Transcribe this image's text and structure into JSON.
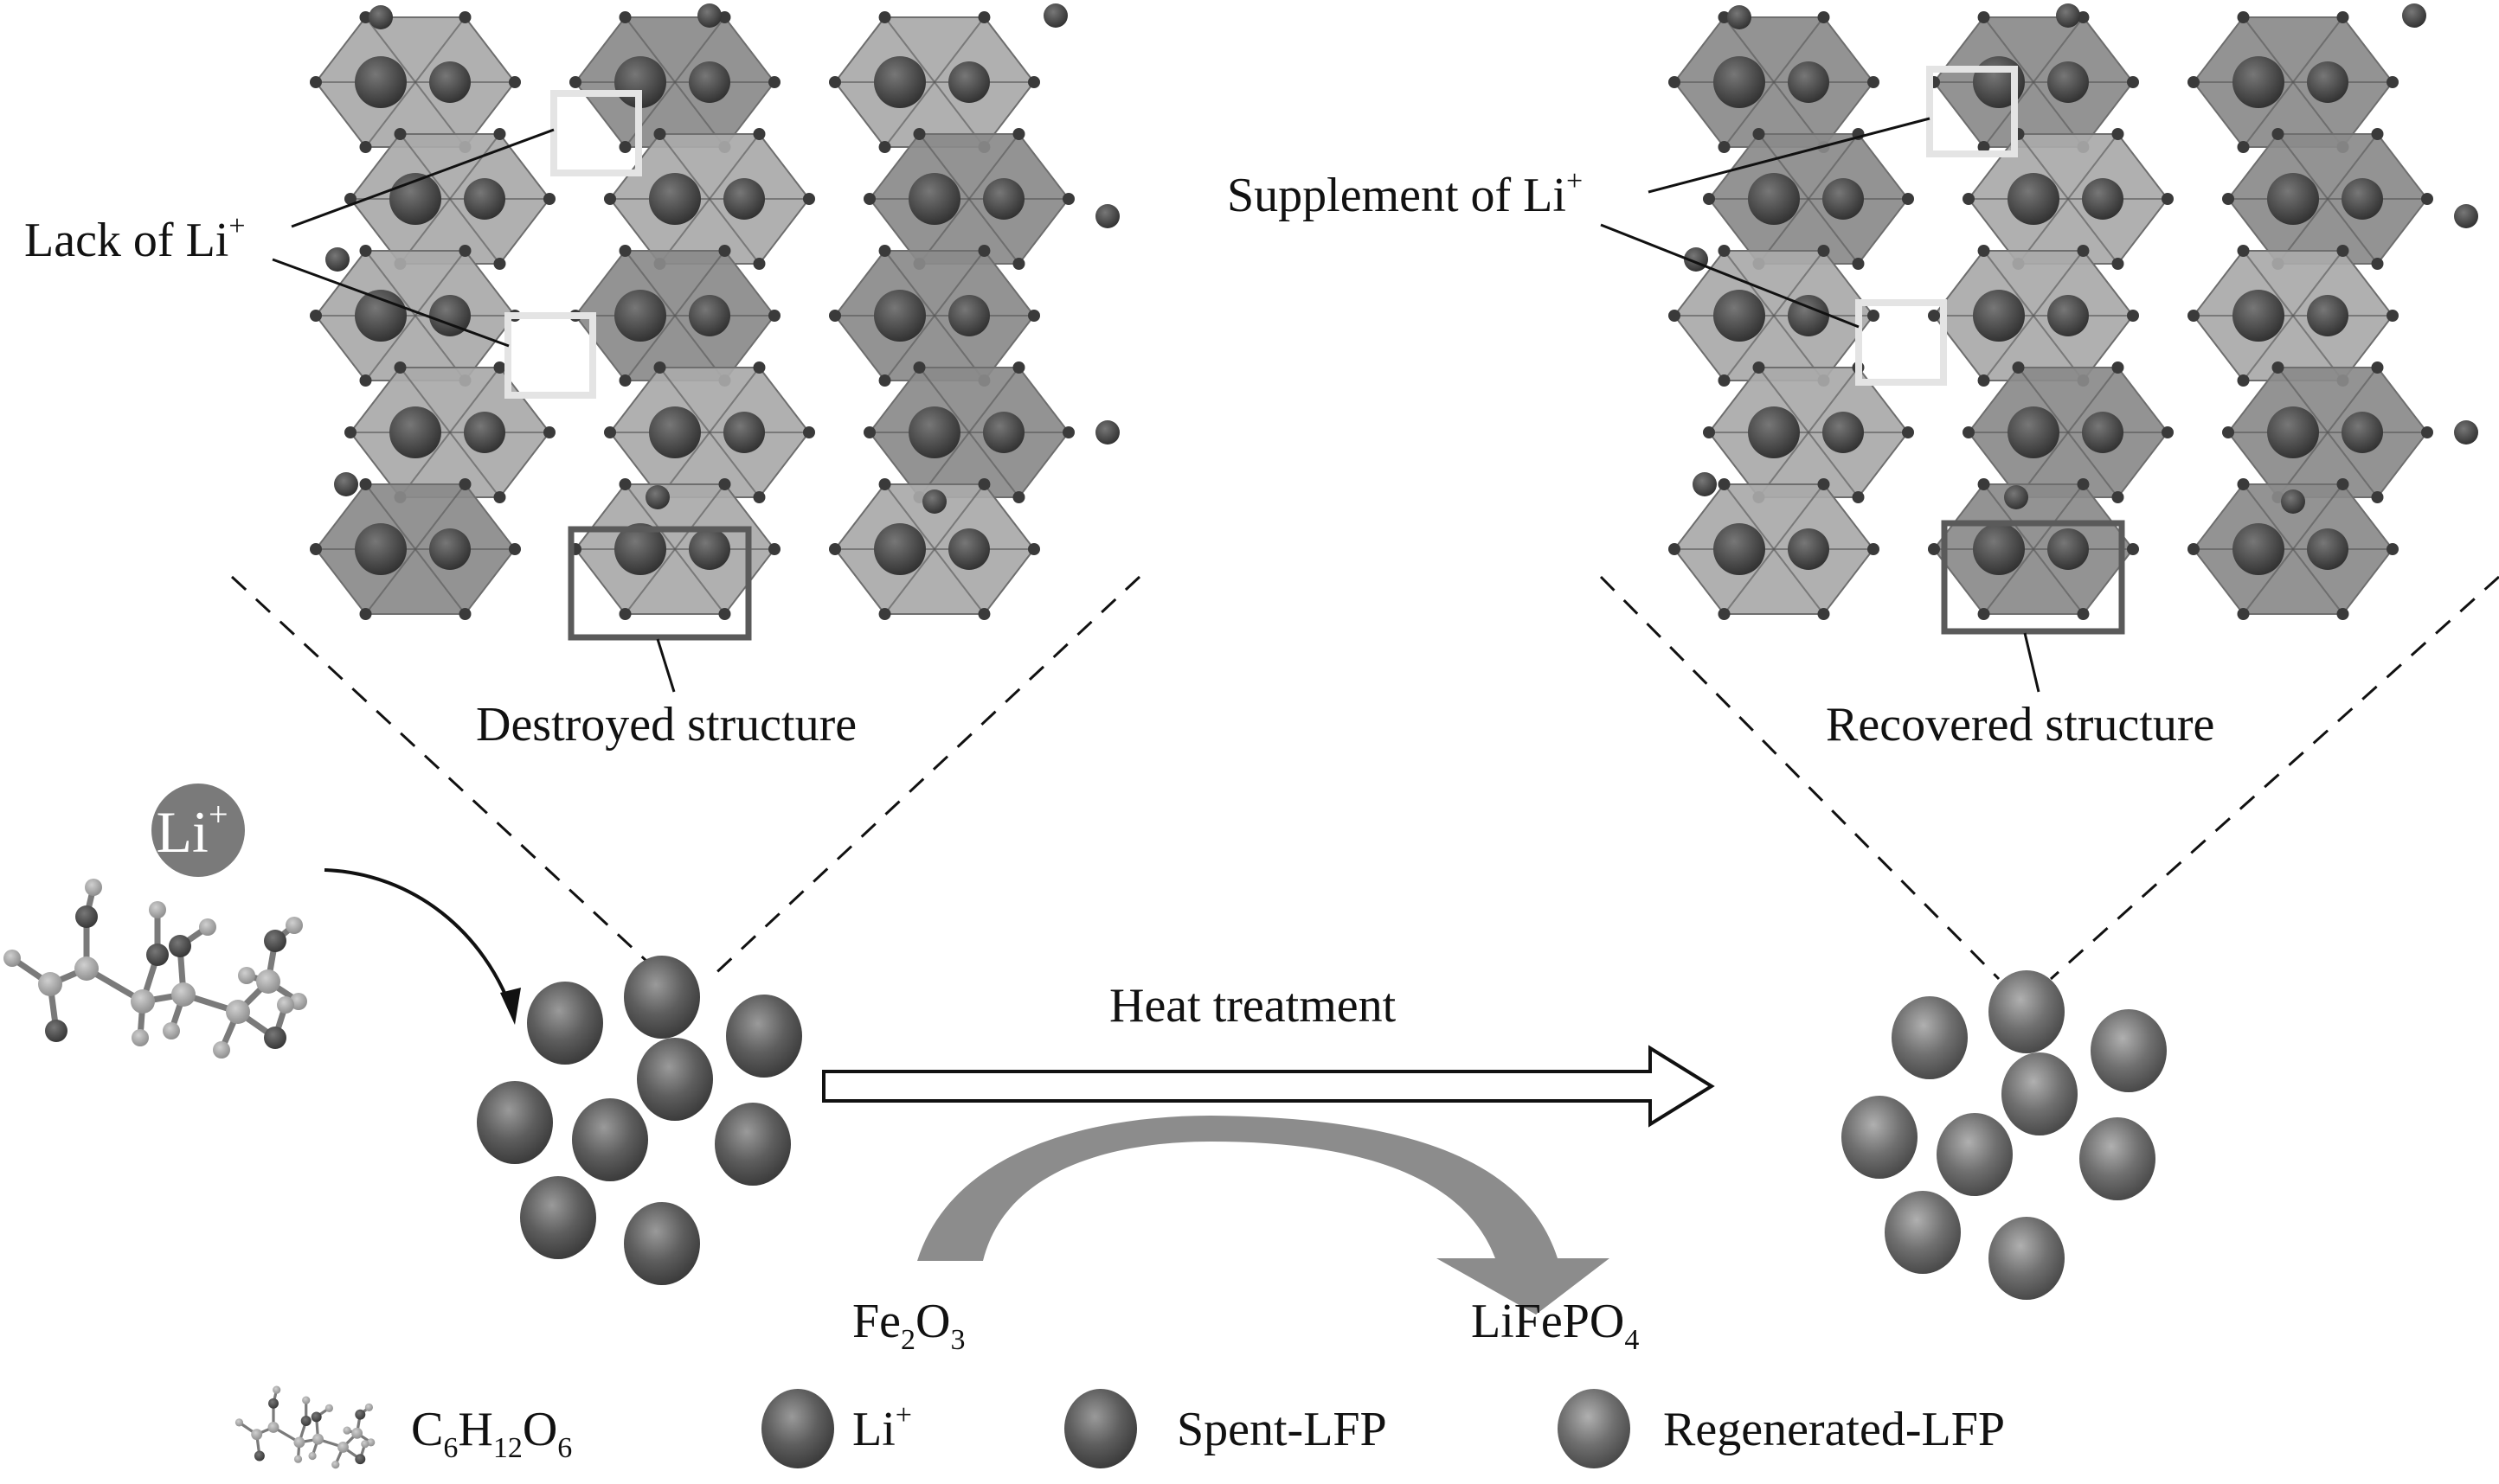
{
  "figure": {
    "left_panel": {
      "callout": {
        "base": "Lack of Li",
        "sup": "+"
      },
      "caption": "Destroyed structure"
    },
    "right_panel": {
      "callout": {
        "base": "Supplement of Li",
        "sup": "+"
      },
      "caption": "Recovered structure"
    },
    "li_ion_badge": {
      "base": "Li",
      "sup": "+"
    },
    "process": {
      "arrow_label": "Heat treatment",
      "reactant": {
        "parts": [
          {
            "t": "Fe"
          },
          {
            "sub": "2"
          },
          {
            "t": "O"
          },
          {
            "sub": "3"
          }
        ]
      },
      "product": {
        "parts": [
          {
            "t": "LiFePO"
          },
          {
            "sub": "4"
          }
        ]
      }
    },
    "legend": [
      {
        "icon": "glucose-molecule-icon",
        "parts": [
          {
            "t": "C"
          },
          {
            "sub": "6"
          },
          {
            "t": "H"
          },
          {
            "sub": "12"
          },
          {
            "t": "O"
          },
          {
            "sub": "6"
          }
        ]
      },
      {
        "icon": "li-ion-sphere-icon",
        "parts": [
          {
            "t": "Li"
          },
          {
            "sup": "+"
          }
        ]
      },
      {
        "icon": "spent-lfp-sphere-icon",
        "parts": [
          {
            "t": "Spent-LFP"
          }
        ]
      },
      {
        "icon": "regenerated-lfp-sphere-icon",
        "parts": [
          {
            "t": "Regenerated-LFP"
          }
        ]
      }
    ],
    "colors": {
      "polyhedron": "#8a8a8a",
      "polyhedron_light": "#a9a9a9",
      "sphere_dark": "#4a4a4a",
      "sphere_light": "#9a9a9a",
      "badge": "#7a7a7a",
      "curved_arrow": "#8c8c8c",
      "highlight_box_light": "#e6e6e6",
      "highlight_box_dark": "#5a5a5a"
    }
  }
}
